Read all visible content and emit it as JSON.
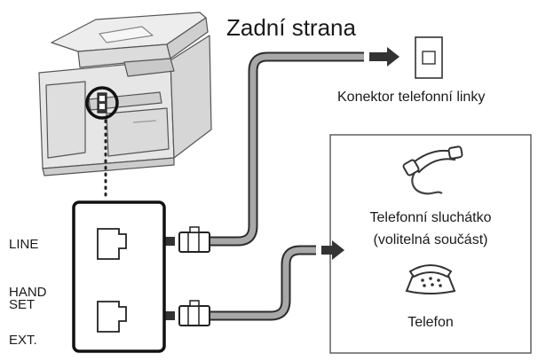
{
  "title": "Zadní strana",
  "wall_jack_label": "Konektor telefonní linky",
  "port_labels": {
    "line": "LINE",
    "handset_line1": "HAND",
    "handset_line2": "SET",
    "ext": "EXT."
  },
  "device_box": {
    "handset_line1": "Telefonní sluchátko",
    "handset_line2": "(volitelná součást)",
    "telephone": "Telefon"
  },
  "icons": [
    "printer-icon",
    "wall-jack-icon",
    "phone-handset-icon",
    "telephone-icon",
    "arrow-right-icon",
    "arrow-left-icon",
    "rj11-plug-icon",
    "rj11-port-icon"
  ],
  "colors": {
    "cable": "#9e9e9e",
    "cable_outline": "#2b2b2b",
    "text": "#1a1a1a",
    "printer": "#e8e8e8"
  }
}
